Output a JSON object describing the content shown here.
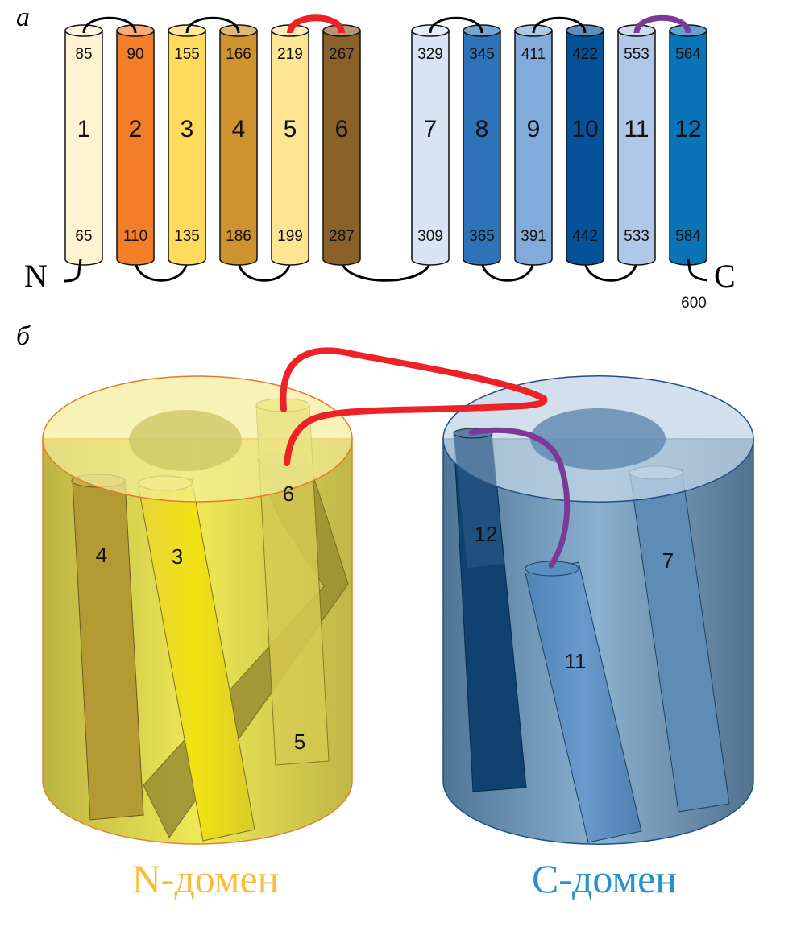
{
  "panel_a": {
    "label": "а",
    "n_terminus": "N",
    "c_terminus": "C",
    "c_end_residue": "600",
    "helices": [
      {
        "id": "1",
        "top": "85",
        "bottom": "65",
        "color": "#FFF3D3"
      },
      {
        "id": "2",
        "top": "90",
        "bottom": "110",
        "color": "#F37E2A"
      },
      {
        "id": "3",
        "top": "155",
        "bottom": "135",
        "color": "#FFDA5D"
      },
      {
        "id": "4",
        "top": "166",
        "bottom": "186",
        "color": "#CE922E"
      },
      {
        "id": "5",
        "top": "219",
        "bottom": "199",
        "color": "#FEE594"
      },
      {
        "id": "6",
        "top": "267",
        "bottom": "287",
        "color": "#8A6128"
      },
      {
        "id": "7",
        "top": "329",
        "bottom": "309",
        "color": "#D8E4F4"
      },
      {
        "id": "8",
        "top": "345",
        "bottom": "365",
        "color": "#2E72B8"
      },
      {
        "id": "9",
        "top": "411",
        "bottom": "391",
        "color": "#82AADA"
      },
      {
        "id": "10",
        "top": "422",
        "bottom": "442",
        "color": "#05529A"
      },
      {
        "id": "11",
        "top": "553",
        "bottom": "533",
        "color": "#AFC8E8"
      },
      {
        "id": "12",
        "top": "564",
        "bottom": "584",
        "color": "#0A74B9"
      }
    ],
    "highlight_colors": {
      "red_loop": "#EC2227",
      "purple_loop": "#7B3A96"
    }
  },
  "panel_b": {
    "label": "б",
    "n_domain": {
      "title": "N-домен",
      "color": "#F7BE3B",
      "helix_labels": [
        "4",
        "3",
        "6",
        "5"
      ]
    },
    "c_domain": {
      "title": "C-домен",
      "color": "#2A90CC",
      "helix_labels": [
        "12",
        "11",
        "7"
      ]
    }
  }
}
